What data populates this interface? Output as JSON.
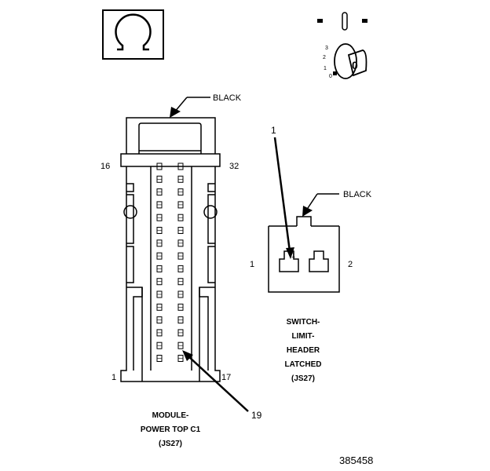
{
  "connector_left": {
    "color_label": "BLACK",
    "pin_top_left": "16",
    "pin_top_right": "32",
    "pin_bottom_left": "1",
    "pin_bottom_right": "17",
    "callout_number": "19",
    "caption": [
      "MODULE-",
      "POWER TOP C1",
      "(JS27)"
    ]
  },
  "connector_right": {
    "color_label": "BLACK",
    "pin_left": "1",
    "pin_right": "2",
    "pin_inner": "1",
    "callout_number": "1",
    "caption": [
      "SWITCH-",
      "LIMIT-",
      "HEADER",
      "LATCHED",
      "(JS27)"
    ]
  },
  "ignition_icon": {
    "positions": [
      "3",
      "2",
      "1",
      "0"
    ],
    "key_label": "0"
  },
  "figure_number": "385458",
  "icons": [
    "ohm-symbol-icon",
    "ignition-switch-icon"
  ]
}
